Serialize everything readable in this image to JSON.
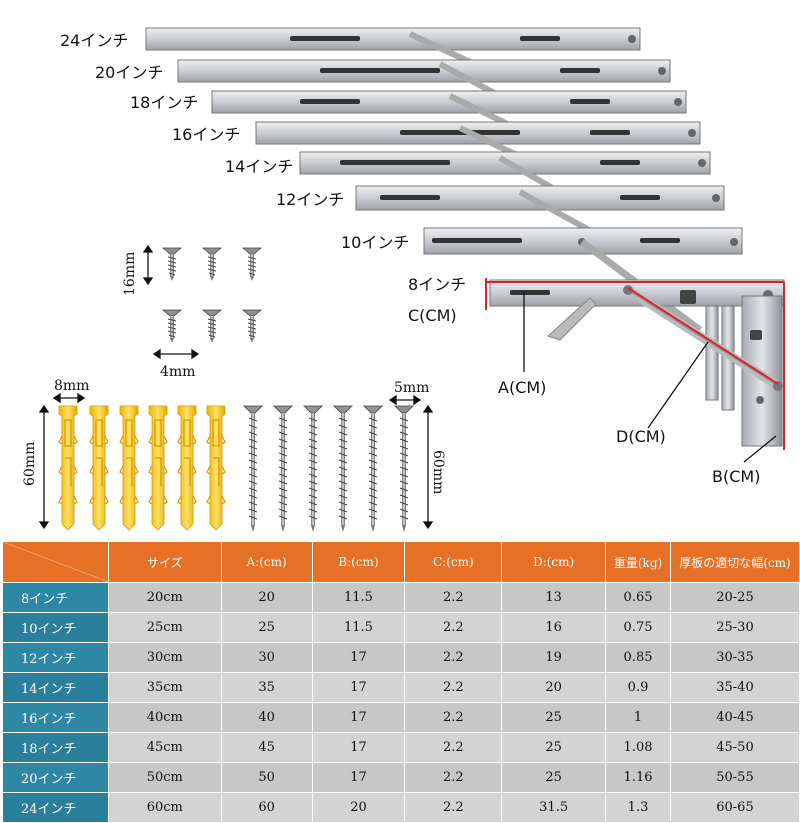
{
  "brackets": {
    "size_labels": [
      "24インチ",
      "20インチ",
      "18インチ",
      "16インチ",
      "14インチ",
      "12インチ",
      "10インチ",
      "8インチ"
    ],
    "letter_labels": {
      "a": "A(CM)",
      "b": "B(CM)",
      "c": "C(CM)",
      "d": "D(CM)"
    },
    "colors": {
      "steel": "#c9ccd0",
      "dimension_line": "#e0202a",
      "anchor": "#f5c518"
    }
  },
  "hardware": {
    "wood_screw_height_label": "16mm",
    "wood_screw_width_label": "4mm",
    "anchor_width_label": "8mm",
    "anchor_length_label": "60mm",
    "long_screw_width_label": "5mm",
    "long_screw_length_label": "60mm"
  },
  "table": {
    "headers": [
      "サイズ",
      "A:(cm)",
      "B:(cm)",
      "C:(cm)",
      "D:(cm)",
      "重量(kg)",
      "厚板の適切な幅(cm)"
    ],
    "rows": [
      {
        "name": "8インチ",
        "cells": [
          "20cm",
          "20",
          "11.5",
          "2.2",
          "13",
          "0.65",
          "20-25"
        ]
      },
      {
        "name": "10インチ",
        "cells": [
          "25cm",
          "25",
          "11.5",
          "2.2",
          "16",
          "0.75",
          "25-30"
        ]
      },
      {
        "name": "12インチ",
        "cells": [
          "30cm",
          "30",
          "17",
          "2.2",
          "19",
          "0.85",
          "30-35"
        ]
      },
      {
        "name": "14インチ",
        "cells": [
          "35cm",
          "35",
          "17",
          "2.2",
          "20",
          "0.9",
          "35-40"
        ]
      },
      {
        "name": "16インチ",
        "cells": [
          "40cm",
          "40",
          "17",
          "2.2",
          "25",
          "1",
          "40-45"
        ]
      },
      {
        "name": "18インチ",
        "cells": [
          "45cm",
          "45",
          "17",
          "2.2",
          "25",
          "1.08",
          "45-50"
        ]
      },
      {
        "name": "20インチ",
        "cells": [
          "50cm",
          "50",
          "17",
          "2.2",
          "25",
          "1.16",
          "50-55"
        ]
      },
      {
        "name": "24インチ",
        "cells": [
          "60cm",
          "60",
          "20",
          "2.2",
          "31.5",
          "1.3",
          "60-65"
        ]
      }
    ],
    "colors": {
      "header_bg": "#e57026",
      "row_label_bg": "#2e87a5",
      "cell_bg": "#c7c7c7"
    }
  }
}
